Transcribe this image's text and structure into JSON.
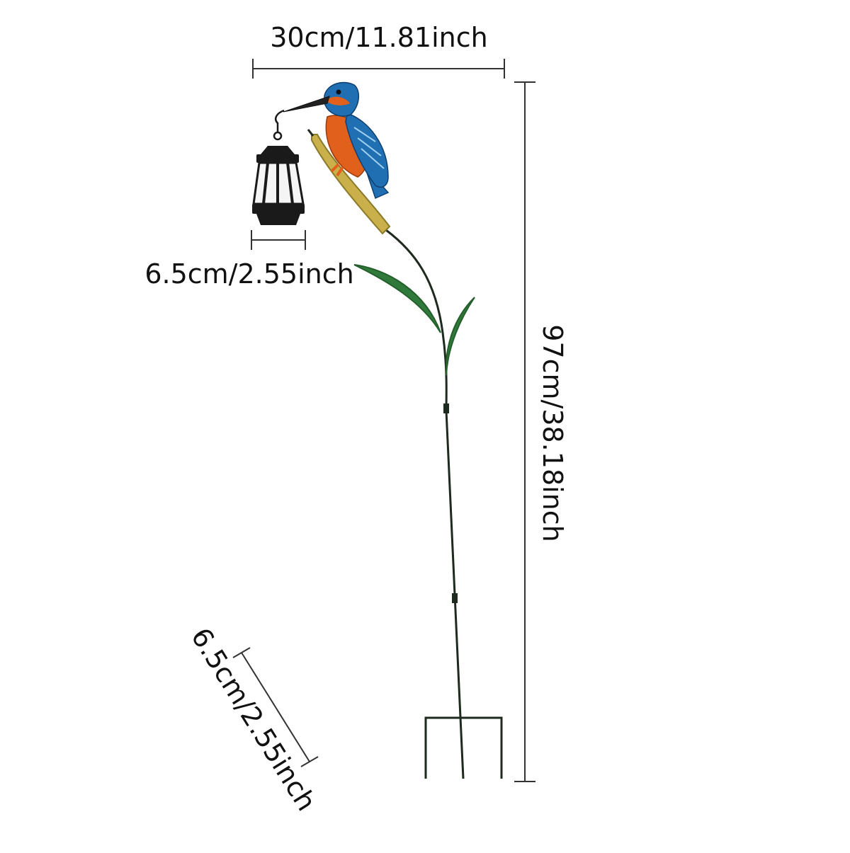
{
  "dimensions": {
    "width_label": "30cm/11.81inch",
    "lantern_width_label": "6.5cm/2.55inch",
    "height_label": "97cm/38.18inch",
    "base_label": "6.5cm/2.55inch"
  },
  "colors": {
    "background": "#ffffff",
    "dimension_line": "#333333",
    "stake": "#1f2a1f",
    "leaf": "#2f7a3a",
    "cattail": "#c9b04a",
    "bird_blue": "#1f6fb2",
    "bird_orange": "#e0601c",
    "lantern": "#1a1a1a"
  },
  "icons": {
    "bird": "kingfisher-icon",
    "lantern": "lantern-icon"
  }
}
